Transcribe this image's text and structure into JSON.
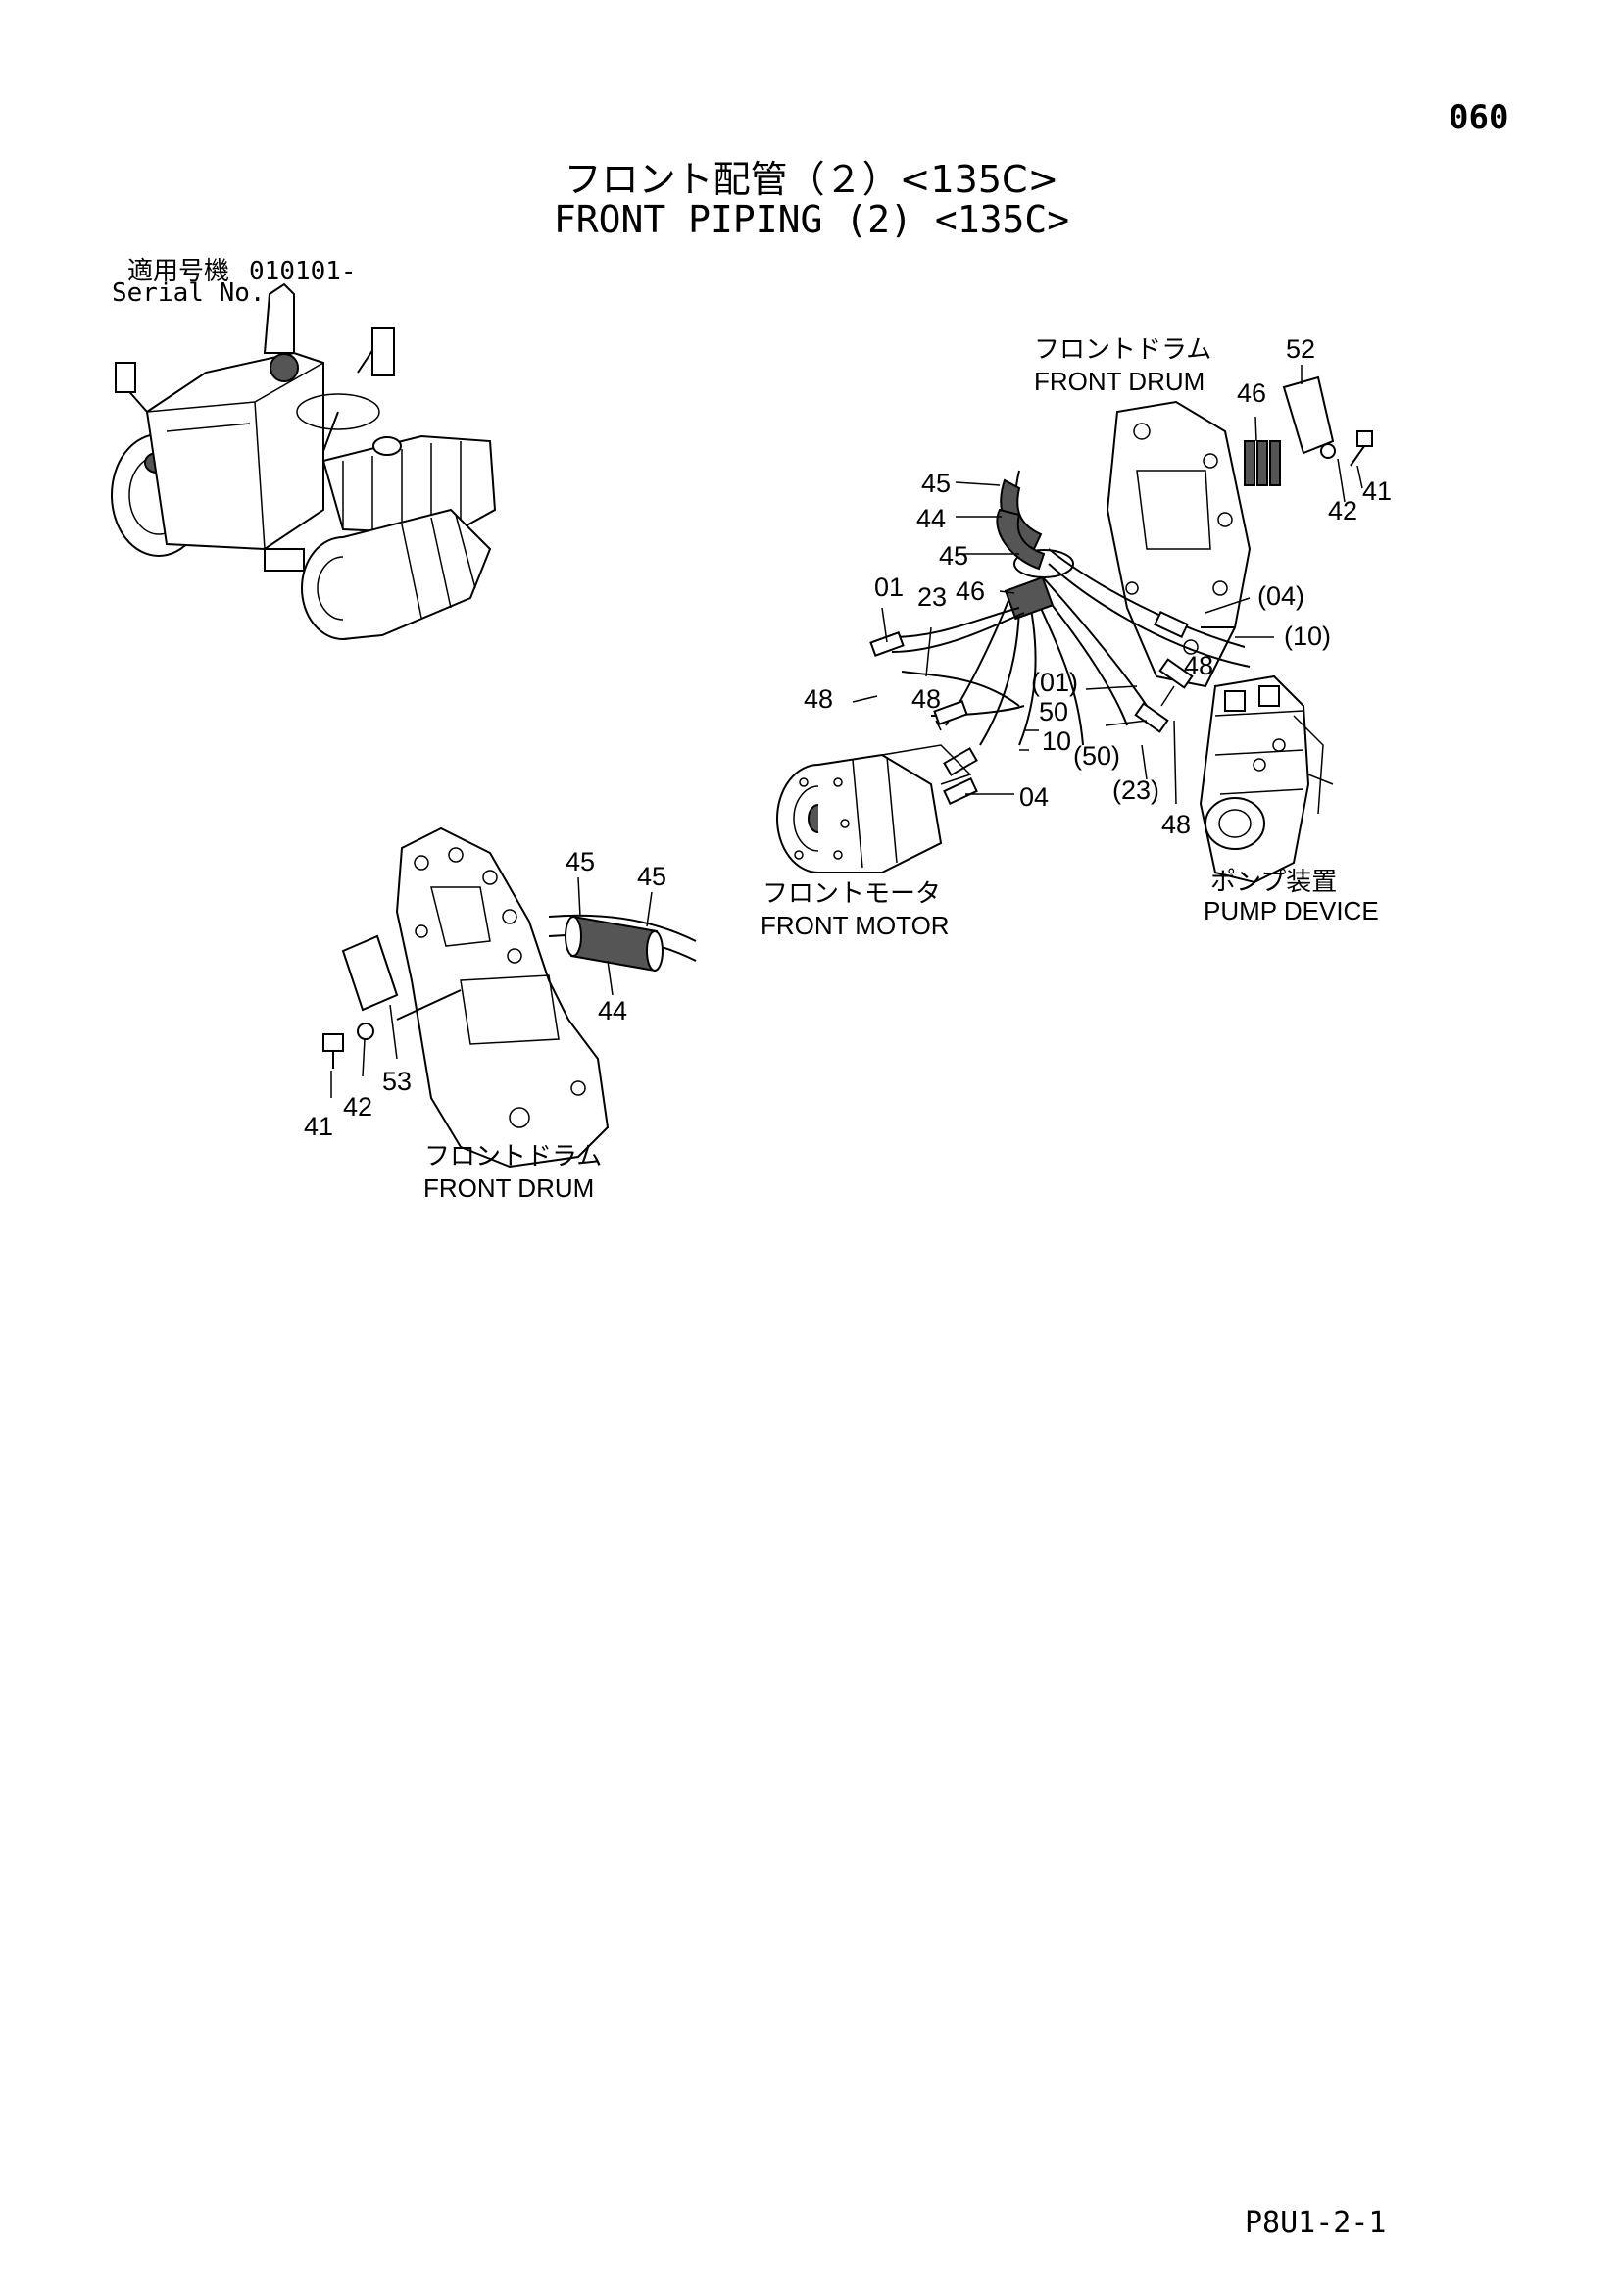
{
  "page_number": "060",
  "title_jp": "フロント配管（２）<135C>",
  "title_en": "FRONT PIPING (2) <135C>",
  "serial_label_jp": "適用号機",
  "serial_code": "010101-",
  "serial_label_en": "Serial No.",
  "document_code": "P8U1-2-1",
  "component_labels": {
    "front_drum_top_jp": "フロントドラム",
    "front_drum_top_en": "FRONT DRUM",
    "front_motor_jp": "フロントモータ",
    "front_motor_en": "FRONT MOTOR",
    "pump_device_jp": "ポンプ装置",
    "pump_device_en": "PUMP DEVICE",
    "front_drum_bottom_jp": "フロントドラム",
    "front_drum_bottom_en": "FRONT DRUM"
  },
  "part_numbers": {
    "p52": "52",
    "p46a": "46",
    "p41a": "41",
    "p42a": "42",
    "p45a": "45",
    "p44a": "44",
    "p45b": "45",
    "p46b": "46",
    "p01": "01",
    "p23": "23",
    "p04p": "(04)",
    "p10p": "(10)",
    "p48a": "48",
    "p48b": "48",
    "p48c": "48",
    "p48d": "48",
    "p01p": "(01)",
    "p50": "50",
    "p10": "10",
    "p50p": "(50)",
    "p23p": "(23)",
    "p04": "04",
    "p45c": "45",
    "p45d": "45",
    "p44b": "44",
    "p41b": "41",
    "p42b": "42",
    "p53": "53"
  }
}
